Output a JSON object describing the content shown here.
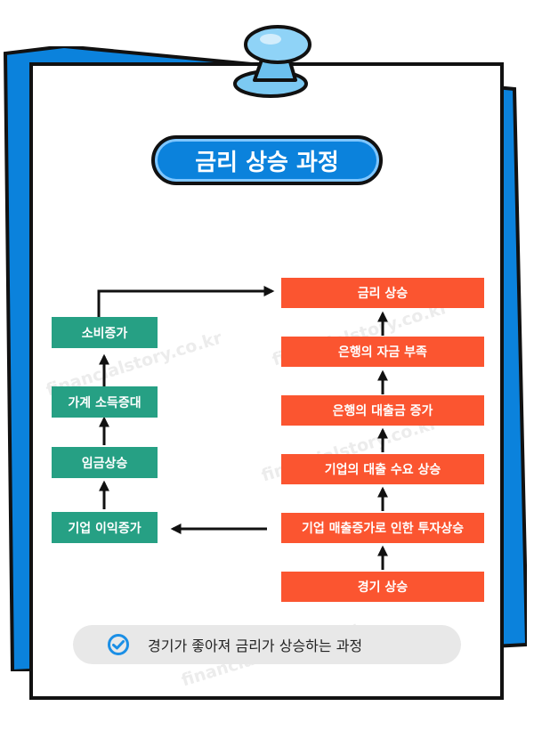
{
  "title": "금리 상승 과정",
  "left_column": [
    {
      "id": "l1",
      "label": "소비증가"
    },
    {
      "id": "l2",
      "label": "가계 소득증대"
    },
    {
      "id": "l3",
      "label": "임금상승"
    },
    {
      "id": "l4",
      "label": "기업 이익증가"
    }
  ],
  "right_column": [
    {
      "id": "r1",
      "label": "금리 상승"
    },
    {
      "id": "r2",
      "label": "은행의 자금 부족"
    },
    {
      "id": "r3",
      "label": "은행의 대출금 증가"
    },
    {
      "id": "r4",
      "label": "기업의 대출 수요 상승"
    },
    {
      "id": "r5",
      "label": "기업 매출증가로 인한 투자상승"
    },
    {
      "id": "r6",
      "label": "경기 상승"
    }
  ],
  "caption": {
    "text": "경기가 좋아져 금리가 상승하는 과정",
    "icon": "check-circle-icon"
  },
  "watermark": "financialstory.co.kr",
  "colors": {
    "title_bg": "#0b82dc",
    "teal": "#26a084",
    "red": "#fb5530",
    "back_sheet": "#0b82dc",
    "pin": "#7cc9f2"
  }
}
